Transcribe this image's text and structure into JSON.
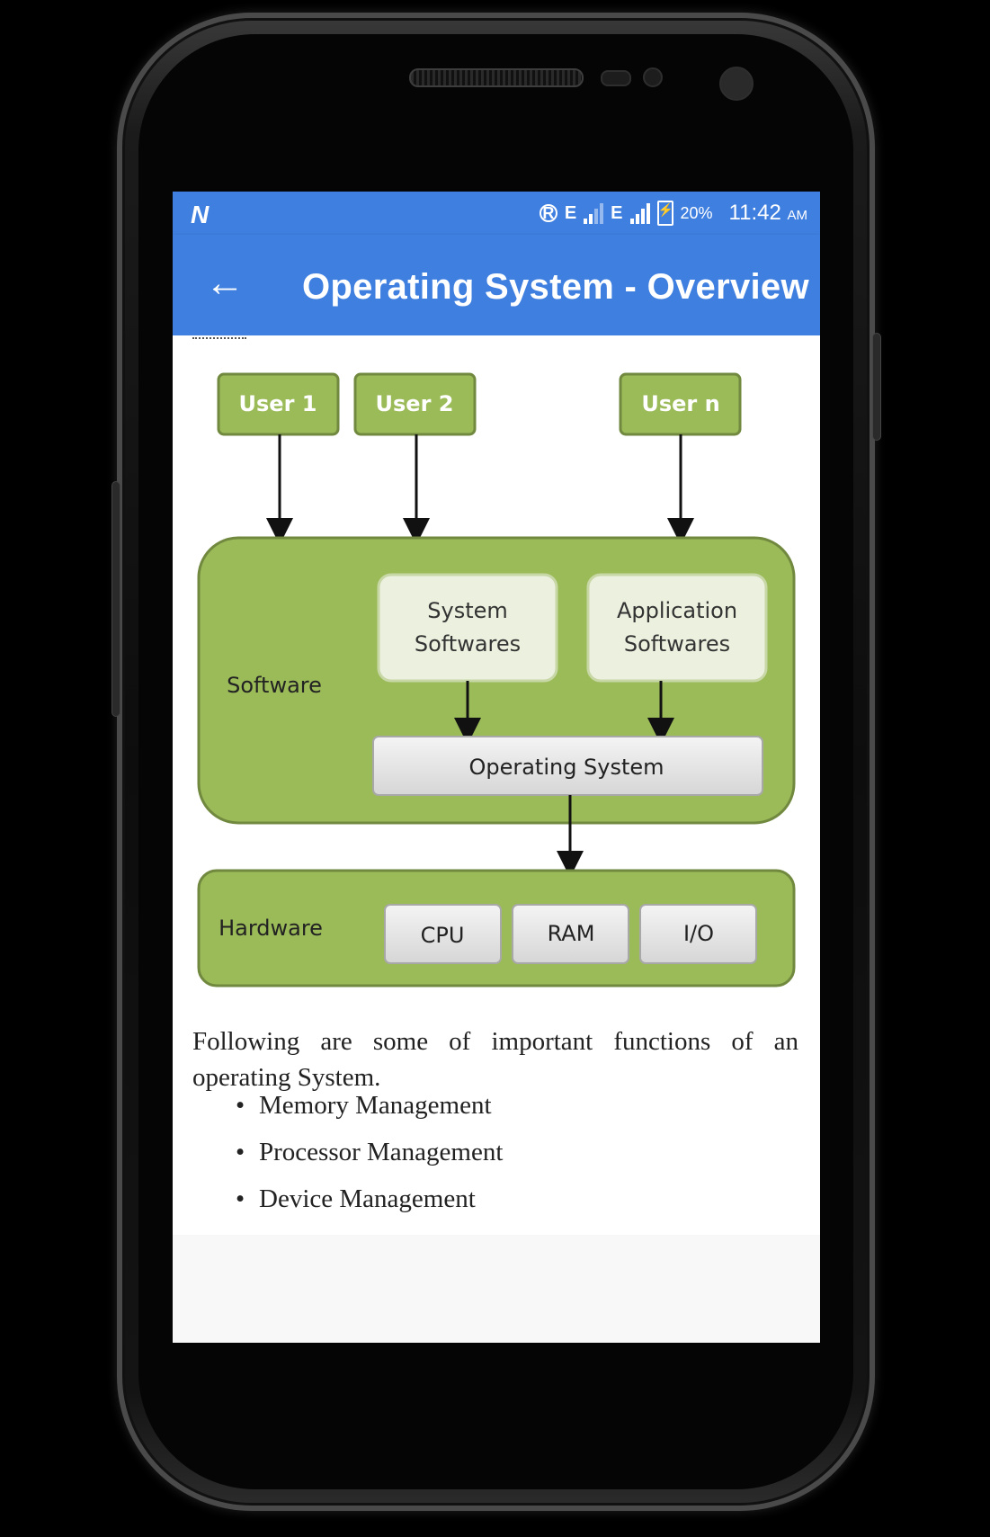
{
  "status_bar": {
    "network_1": "E",
    "network_2": "E",
    "battery": "20%",
    "time": "11:42",
    "ampm": "AM"
  },
  "app_bar": {
    "title": "Operating System - Overview",
    "back_icon": "arrow-left-icon"
  },
  "diagram": {
    "users": [
      "User 1",
      "User 2",
      "User n"
    ],
    "software_label": "Software",
    "system_softwares": [
      "System",
      "Softwares"
    ],
    "application_softwares": [
      "Application",
      "Softwares"
    ],
    "operating_system": "Operating System",
    "hardware_label": "Hardware",
    "hardware_items": [
      "CPU",
      "RAM",
      "I/O"
    ],
    "colors": {
      "outer_green": "#9bbb59",
      "light_green": "#ebf1de",
      "grey_box": "#e6e6e6",
      "app_bar_blue": "#3f7fe0"
    }
  },
  "article": {
    "intro": "Following are some of important functions of an operating System.",
    "functions": [
      "Memory Management",
      "Processor Management",
      "Device Management"
    ]
  }
}
